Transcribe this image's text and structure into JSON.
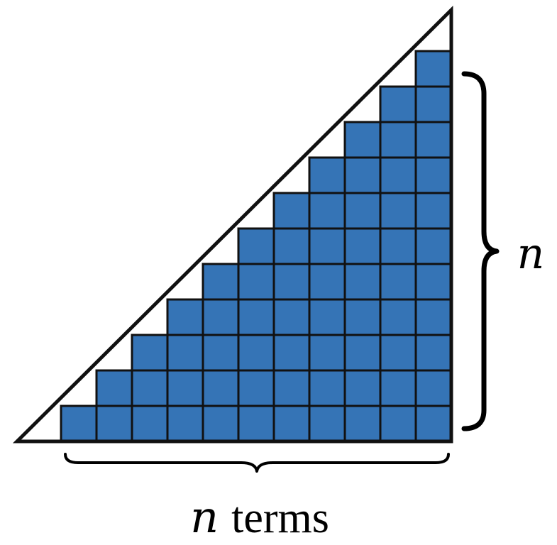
{
  "diagram": {
    "type": "staircase-triangle",
    "grid_size": 11,
    "colors": {
      "cell_fill": "#3574b6",
      "cell_stroke": "#111111",
      "triangle_stroke": "#111111",
      "background": "#ffffff"
    },
    "labels": {
      "side_label": "n",
      "bottom_var": "n",
      "bottom_word": "terms"
    }
  }
}
